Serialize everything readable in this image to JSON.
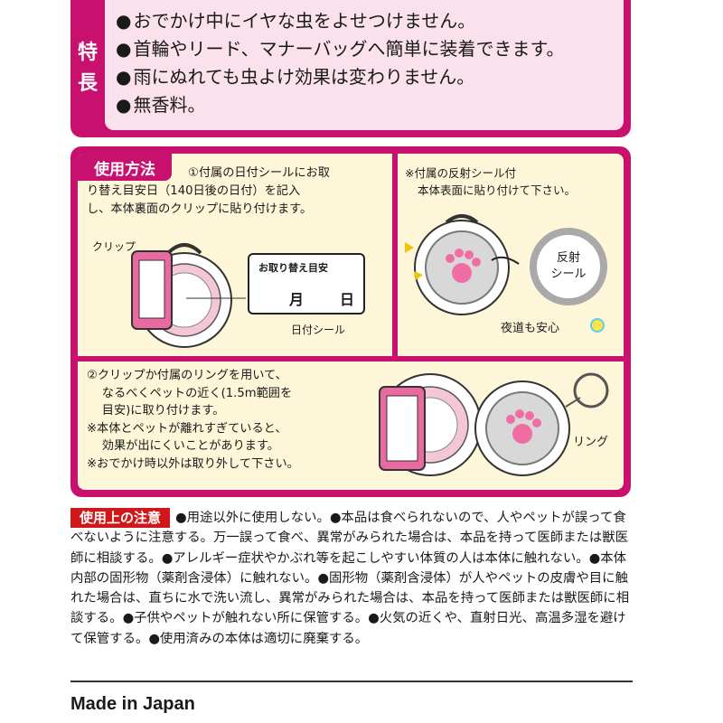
{
  "features": {
    "label": [
      "特",
      "長"
    ],
    "items": [
      "おでかけ中にイヤな虫をよせつけません。",
      "首輪やリード、マナーバッグへ簡単に装着できます。",
      "雨にぬれても虫よけ効果は変わりません。",
      "無香料。"
    ]
  },
  "usage": {
    "title": "使用方法",
    "step1": {
      "text_line1": "①付属の日付シールにお取",
      "text_rest": "り替え目安日（140日後の日付）を記入\nし、本体裏面のクリップに貼り付けます。",
      "clip_label": "クリップ",
      "sticker_title": "お取り替え目安",
      "sticker_month": "月",
      "sticker_day": "日",
      "sticker_label": "日付シール"
    },
    "reflect": {
      "note_line1": "※付属の反射シール付",
      "note_line2": "本体表面に貼り付けて下さい。",
      "sticker_line1": "反射",
      "sticker_line2": "シール",
      "night_note": "夜道も安心"
    },
    "step2": {
      "text": "②クリップか付属のリングを用いて、\n    なるべくペットの近く(1.5m範囲を\n    目安)に取り付けます。\n※本体とペットが離れすぎていると、\n    効果が出にくいことがあります。\n※おでかけ時以外は取り外して下さい。",
      "ring_label": "リング"
    }
  },
  "caution": {
    "title": "使用上の注意",
    "text": "●用途以外に使用しない。●本品は食べられないので、人やペットが誤って食べないように注意する。万一誤って食べ、異常がみられた場合は、本品を持って医師または獣医師に相談する。●アレルギー症状やかぶれ等を起こしやすい体質の人は本体に触れない。●本体内部の固形物（薬剤含浸体）に触れない。●固形物（薬剤含浸体）が人やペットの皮膚や目に触れた場合は、直ちに水で洗い流し、異常がみられた場合は、本品を持って医師または獣医師に相談する。●子供やペットが触れない所に保管する。●火気の近くや、直射日光、高温多湿を避けて保管する。●使用済みの本体は適切に廃棄する。"
  },
  "footer": {
    "made_in": "Made in Japan"
  },
  "colors": {
    "magenta": "#c8106e",
    "pink_bg": "#fbe1ec",
    "cream_bg": "#fdf6d8",
    "caution_red": "#d0171a"
  }
}
